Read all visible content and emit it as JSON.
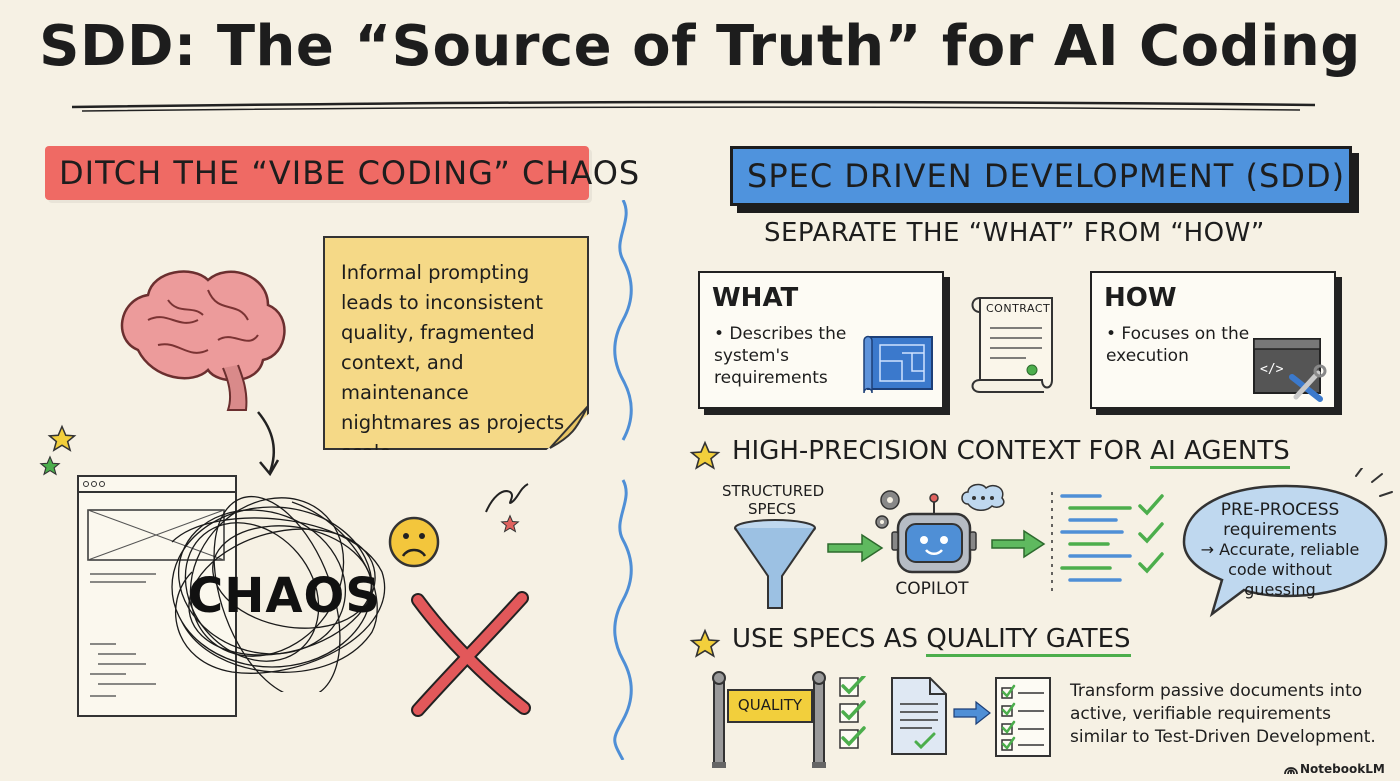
{
  "title": "SDD: The “Source of Truth” for AI Coding",
  "left": {
    "banner": "DITCH THE “VIBE CODING” CHAOS",
    "sticky_note": "Informal prompting leads to inconsistent quality, fragmented context, and maintenance nightmares as projects scale.",
    "chaos_label": "CHAOS"
  },
  "right": {
    "banner": "SPEC DRIVEN DEVELOPMENT (SDD)",
    "separate_heading": "SEPARATE THE “WHAT” FROM “HOW”",
    "what": {
      "title": "WHAT",
      "bullet": "• Describes the system's requirements"
    },
    "how": {
      "title": "HOW",
      "bullet": "• Focuses on the execution"
    },
    "contract_label": "CONTRACT",
    "ai_section": {
      "heading_prefix": "HIGH-PRECISION CONTEXT FOR ",
      "heading_highlight": "AI AGENTS",
      "structured_specs": "STRUCTURED SPECS",
      "copilot": "COPILOT",
      "bubble_line1": "PRE-PROCESS",
      "bubble_line2": "requirements",
      "bubble_line3": "→ Accurate, reliable code without guessing"
    },
    "quality_section": {
      "heading_prefix": "USE SPECS AS ",
      "heading_highlight": "QUALITY GATES",
      "quality_label": "QUALITY",
      "description": "Transform passive documents into active, verifiable requirements similar to Test-Driven Development."
    }
  },
  "footer": {
    "brand": "NotebookLM"
  },
  "colors": {
    "background": "#f6f1e4",
    "red_banner": "#ef6a64",
    "blue_banner": "#4f93dd",
    "sticky": "#f5d987",
    "accent_green": "#4cae4c",
    "star_yellow": "#f2cf3c"
  }
}
